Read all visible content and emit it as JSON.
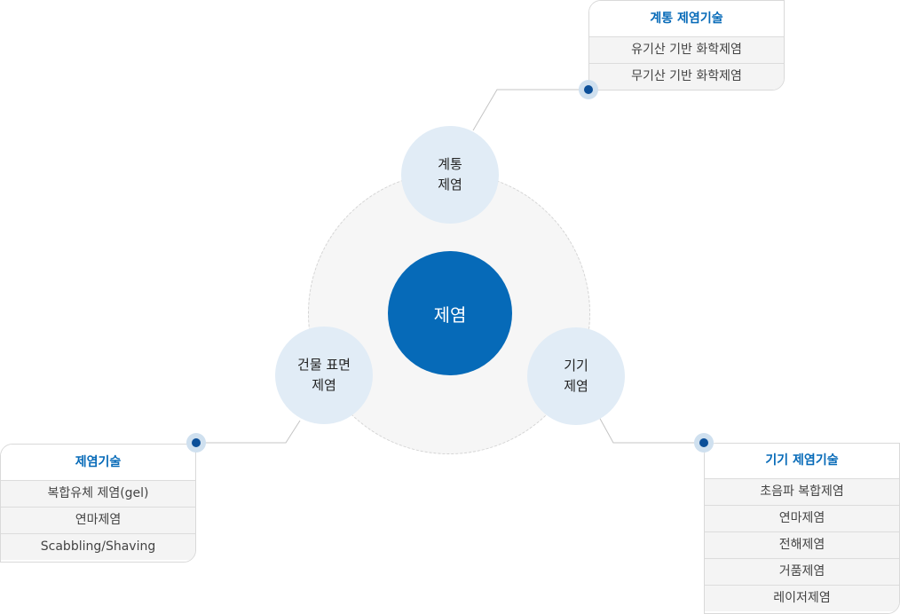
{
  "center": {
    "label": "제염"
  },
  "nodes": {
    "top": {
      "line1": "계통",
      "line2": "제염"
    },
    "left": {
      "line1": "건물 표면",
      "line2": "제염"
    },
    "right": {
      "line1": "기기",
      "line2": "제염"
    }
  },
  "boxes": {
    "top": {
      "title": "계통 제염기술",
      "items": [
        "유기산 기반 화학제염",
        "무기산 기반 화학제염"
      ]
    },
    "left": {
      "title": "제염기술",
      "items": [
        "복합유체 제염(gel)",
        "연마제염",
        "Scabbling/Shaving"
      ]
    },
    "right": {
      "title": "기기 제염기술",
      "items": [
        "초음파 복합제염",
        "연마제염",
        "전해제염",
        "거품제염",
        "레이저제염"
      ]
    }
  },
  "colors": {
    "accent": "#066ab8",
    "node_fill": "#e1ecf6",
    "dot": "#0b4f99",
    "connector": "#bdbdbd"
  }
}
